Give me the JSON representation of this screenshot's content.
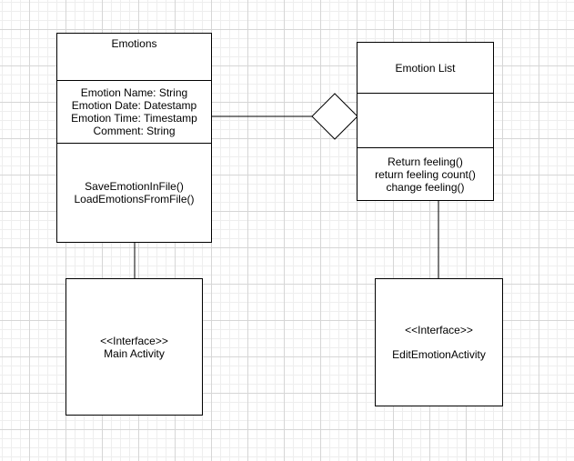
{
  "diagram": {
    "emotions_class": {
      "title": "Emotions",
      "attributes": [
        "Emotion Name: String",
        "Emotion Date: Datestamp",
        "Emotion Time: Timestamp",
        "Comment: String"
      ],
      "methods": [
        "SaveEmotionInFile()",
        "LoadEmotionsFromFile()"
      ]
    },
    "emotion_list_class": {
      "title": "Emotion List",
      "attributes": [],
      "methods": [
        "Return feeling()",
        "return feeling count()",
        "change feeling()"
      ]
    },
    "main_activity_interface": {
      "stereotype": "<<Interface>>",
      "name": "Main Activity"
    },
    "edit_emotion_activity_interface": {
      "stereotype": "<<Interface>>",
      "name": "EditEmotionActivity"
    },
    "relationships": [
      {
        "from": "Emotions",
        "to": "Emotion List",
        "type": "aggregation"
      },
      {
        "from": "Emotions",
        "to": "Main Activity",
        "type": "association"
      },
      {
        "from": "Emotion List",
        "to": "EditEmotionActivity",
        "type": "association"
      }
    ]
  }
}
